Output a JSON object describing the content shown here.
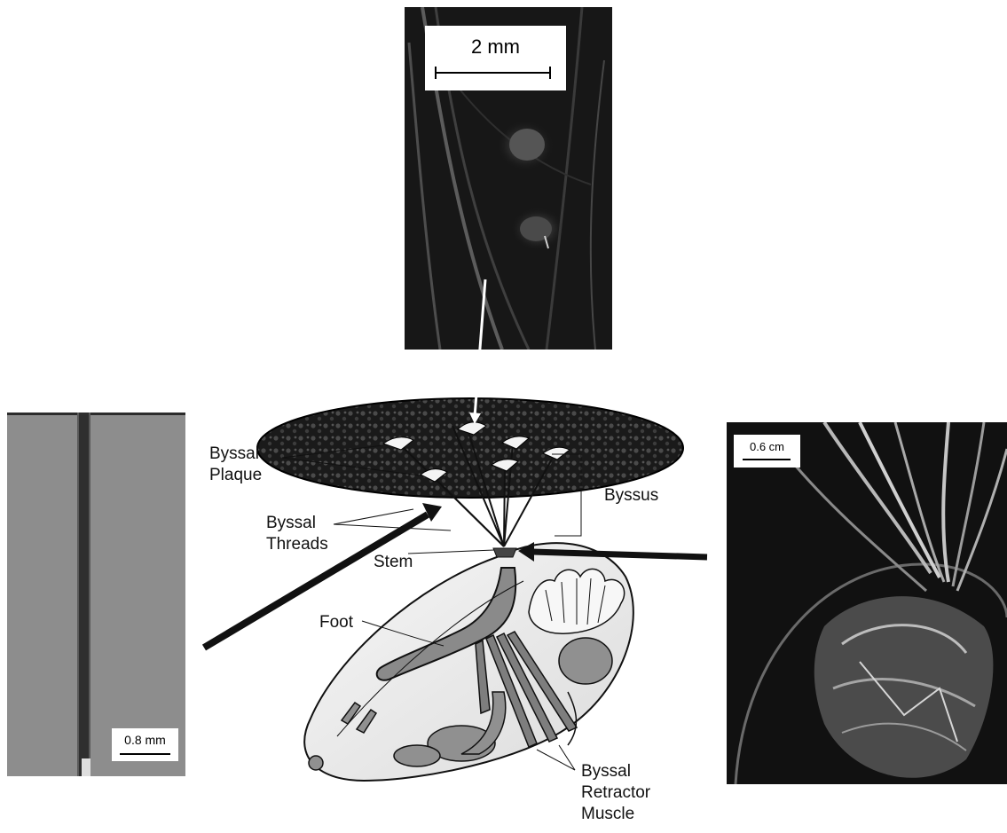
{
  "scale_bars": {
    "top": "2 mm",
    "left": "0.8 mm",
    "right": "0.6 cm"
  },
  "labels": {
    "byssal_plaque": [
      "Byssal",
      "Plaque"
    ],
    "byssal_threads": [
      "Byssal",
      "Threads"
    ],
    "stem": "Stem",
    "byssus": "Byssus",
    "foot": "Foot",
    "byssal_retractor_muscle": [
      "Byssal",
      "Retractor",
      "Muscle"
    ]
  },
  "colors": {
    "background": "#ffffff",
    "ink": "#111111",
    "surface": "#1b1b1b",
    "plaque": "#f4f4f4",
    "shell": "#e9e9e9",
    "organ": "#8a8a8a",
    "gills": "#f7f7f7"
  }
}
